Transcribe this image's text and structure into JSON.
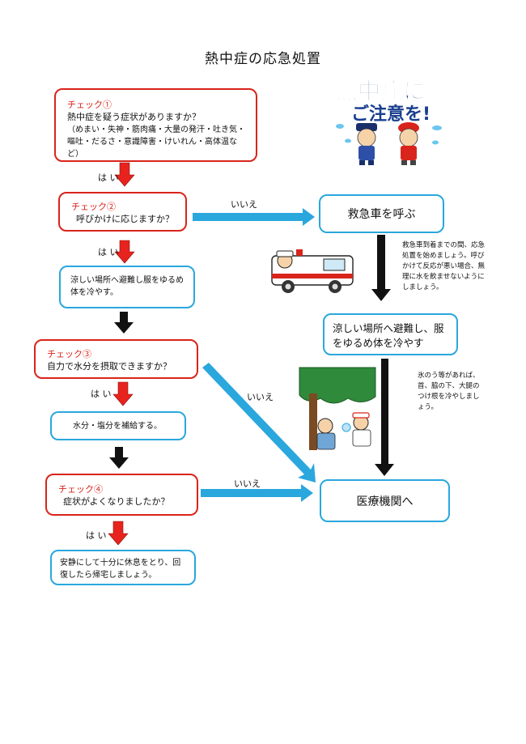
{
  "title": "熱中症の応急処置",
  "badge": {
    "line1": "熱中症に",
    "line2": "ご注意を!"
  },
  "check1": {
    "label": "チェック①",
    "question": "熱中症を疑う症状がありますか？",
    "detail": "（めまい・失神・筋肉痛・大量の発汗・吐き気・嘔吐・だるさ・意識障害・けいれん・高体温など）"
  },
  "check2": {
    "label": "チェック②",
    "question": "呼びかけに応じますか？"
  },
  "check3": {
    "label": "チェック③",
    "question": "自力で水分を摂取できますか？"
  },
  "check4": {
    "label": "チェック④",
    "question": "症状がよくなりましたか？"
  },
  "action_cool": "涼しい場所へ避難し服をゆるめ体を冷やす。",
  "action_water": "水分・塩分を補給する。",
  "action_rest": "安静にして十分に休息をとり、回復したら帰宅しましょう。",
  "ambulance": "救急車を呼ぶ",
  "cool_right": "涼しい場所へ避難し、服をゆるめ体を冷やす",
  "hospital": "医療機関へ",
  "yes": "は い",
  "no": "いいえ",
  "note_ambulance": "救急車到着までの間、応急処置を始めましょう。呼びかけて反応が悪い場合、無理に水を飲ませないようにしましょう。",
  "note_ice": "氷のう等があれば、首、脇の下、大腿のつけ根を冷やしましょう。",
  "colors": {
    "check_border": "#d9241b",
    "action_border": "#2aa7dd",
    "yes_arrow": "#e8231e",
    "no_arrow": "#2aa7dd",
    "flow_arrow": "#111111"
  }
}
